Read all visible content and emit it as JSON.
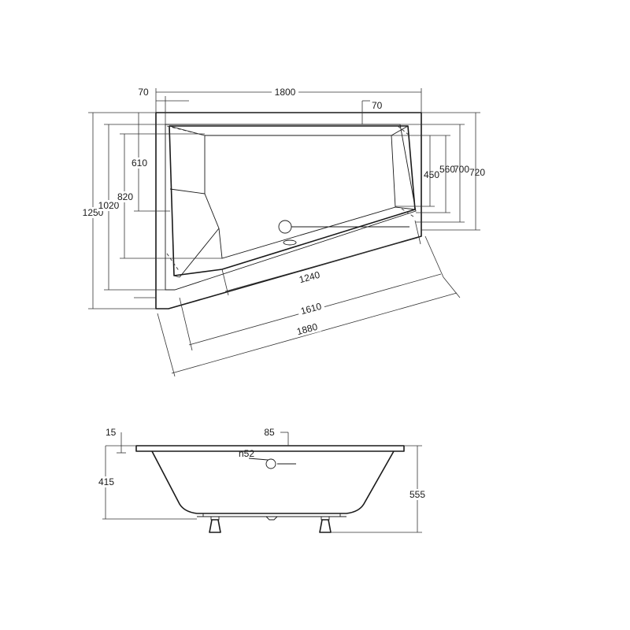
{
  "plan_view": {
    "dims": {
      "top_offset_left": "70",
      "overall_width": "1800",
      "top_offset_right": "70",
      "left_610": "610",
      "left_820": "820",
      "left_1020": "1020",
      "left_1250": "1250",
      "right_450": "450",
      "right_560": "560",
      "right_700": "700",
      "right_720": "720",
      "bottom_1240": "1240",
      "bottom_1610": "1610",
      "bottom_1880": "1880"
    }
  },
  "section_view": {
    "dims": {
      "rim_15": "15",
      "rim_85": "85",
      "drain": "n52",
      "depth_415": "415",
      "height_555": "555"
    }
  },
  "colors": {
    "line": "#1a1a1a",
    "background": "#ffffff"
  }
}
